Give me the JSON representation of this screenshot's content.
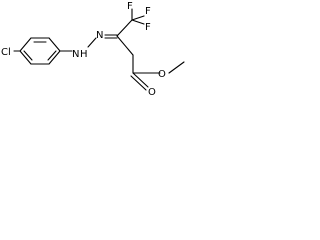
{
  "molecule": {
    "atoms": {
      "f1": "F",
      "f2": "F",
      "f3": "F",
      "n1": "N",
      "nh": "N",
      "h": "H",
      "cl": "Cl",
      "o_carbonyl": "O",
      "o_ester": "O"
    }
  }
}
